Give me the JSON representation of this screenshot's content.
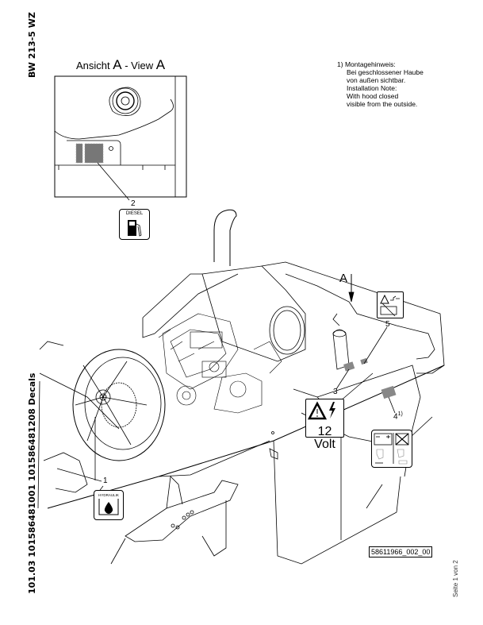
{
  "document": {
    "model_label": "BW 213-5 WZ",
    "doc_reference": "101.03 101586481001 101586481208 Decals",
    "page_label": "Seite 1 von 2",
    "drawing_id": "58611966_002_00"
  },
  "view_detail": {
    "title_prefix": "Ansicht ",
    "title_letter_1": "A",
    "title_middle": " - View ",
    "title_letter_2": "A"
  },
  "installation_note": {
    "marker": "1)",
    "lines": [
      "Montagehinweis:",
      "Bei geschlossener Haube",
      "von außen sichtbar.",
      "Installation Note:",
      "With hood closed",
      "visible from the outside."
    ]
  },
  "view_arrow": {
    "label": "A"
  },
  "callouts": [
    {
      "number": "1",
      "decal": "Hydraulic oil decal",
      "decal_text": "HYDRAULIK"
    },
    {
      "number": "2",
      "decal": "Diesel fuel decal",
      "decal_text": "DIESEL"
    },
    {
      "number": "3",
      "decal": "12 Volt electrical warning decal",
      "decal_text": "12 Volt"
    },
    {
      "number": "4",
      "superscript": "1)",
      "decal": "Battery disconnect decal"
    },
    {
      "number": "5",
      "decal": "Battery warning decal"
    }
  ]
}
